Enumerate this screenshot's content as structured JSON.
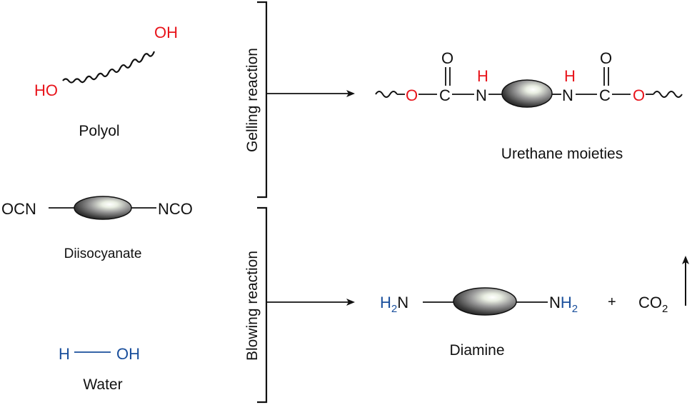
{
  "colors": {
    "red": "#e8141b",
    "blue": "#1a4f9c",
    "black": "#111111"
  },
  "reagents": {
    "polyol": {
      "oh_top": "OH",
      "oh_bottom": "HO",
      "label": "Polyol"
    },
    "diisocyanate": {
      "left_group": "OCN",
      "right_group": "NCO",
      "label": "Diisocyanate"
    },
    "water": {
      "h": "H",
      "oh": "OH",
      "label": "Water"
    }
  },
  "reactions": {
    "gelling": {
      "label": "Gelling reaction"
    },
    "blowing": {
      "label": "Blowing reaction"
    }
  },
  "products": {
    "urethane": {
      "label": "Urethane moieties",
      "o_left": "O",
      "c_left": "C",
      "o_carbonyl_left": "O",
      "n_left": "N",
      "h_left": "H",
      "h_right": "H",
      "n_right": "N",
      "c_right": "C",
      "o_carbonyl_right": "O",
      "o_right": "O"
    },
    "diamine": {
      "label": "Diamine",
      "left_h": "H",
      "left_sub": "2",
      "left_n": "N",
      "right_n": "N",
      "right_h": "H",
      "right_sub": "2",
      "plus": "+",
      "co2": "CO",
      "co2_sub": "2"
    }
  }
}
